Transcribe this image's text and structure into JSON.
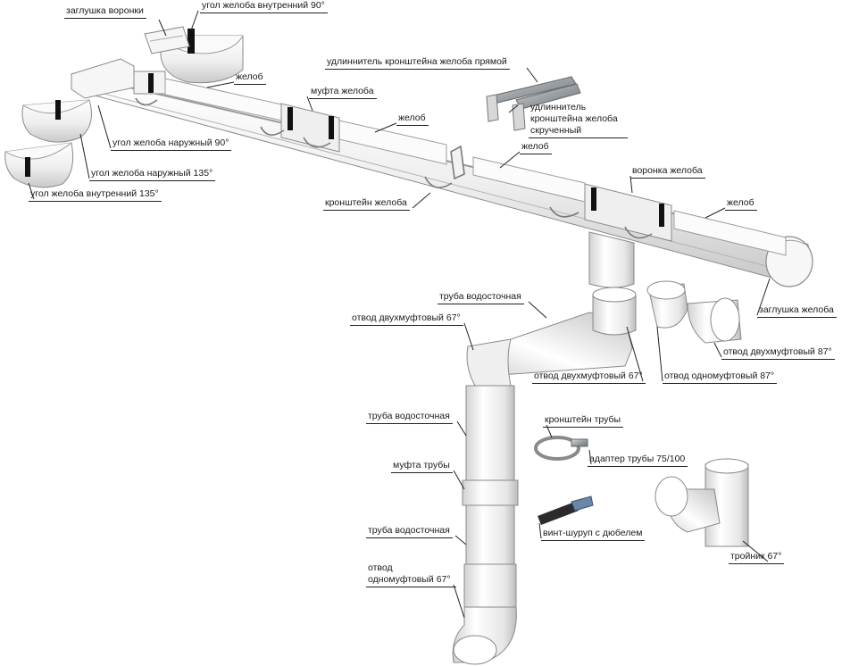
{
  "labels": {
    "funnel_cap": "заглушка воронки",
    "inner_corner_90": "угол желоба внутренний 90°",
    "gutter_1": "желоб",
    "bracket_ext_straight": "удлиннитель кронштейна желоба прямой",
    "gutter_coupling": "муфта желоба",
    "bracket_ext_twisted": "удлиннитель кронштейна желоба скрученный",
    "gutter_2": "желоб",
    "outer_corner_90": "угол желоба наружный 90°",
    "outer_corner_135": "угол желоба наружный 135°",
    "inner_corner_135": "угол желоба внутренний 135°",
    "gutter_3": "желоб",
    "gutter_funnel": "воронка желоба",
    "gutter_bracket": "кронштейн желоба",
    "gutter_4": "желоб",
    "downpipe_1": "труба водосточная",
    "elbow_double_67_a": "отвод двухмуфтовый 67°",
    "gutter_end_cap": "заглушка желоба",
    "elbow_double_87": "отвод двухмуфтовый 87°",
    "elbow_double_67_b": "отвод двухмуфтовый 67°",
    "elbow_single_87": "отвод одномуфтовый 87°",
    "downpipe_2": "труба водосточная",
    "pipe_bracket": "кронштейн трубы",
    "pipe_adapter": "адаптер трубы 75/100",
    "pipe_coupling": "муфта трубы",
    "screw_dowel": "винт-шуруп с дюбелем",
    "downpipe_3": "труба водосточная",
    "tee_67": "тройник 67°",
    "elbow_single_67": "отвод одномуфтовый 67°"
  },
  "colors": {
    "component": "#f2f2f2",
    "outline": "#8a8a8a",
    "shadow": "#c8c8c8",
    "seal": "#111111",
    "leader": "#222222"
  }
}
